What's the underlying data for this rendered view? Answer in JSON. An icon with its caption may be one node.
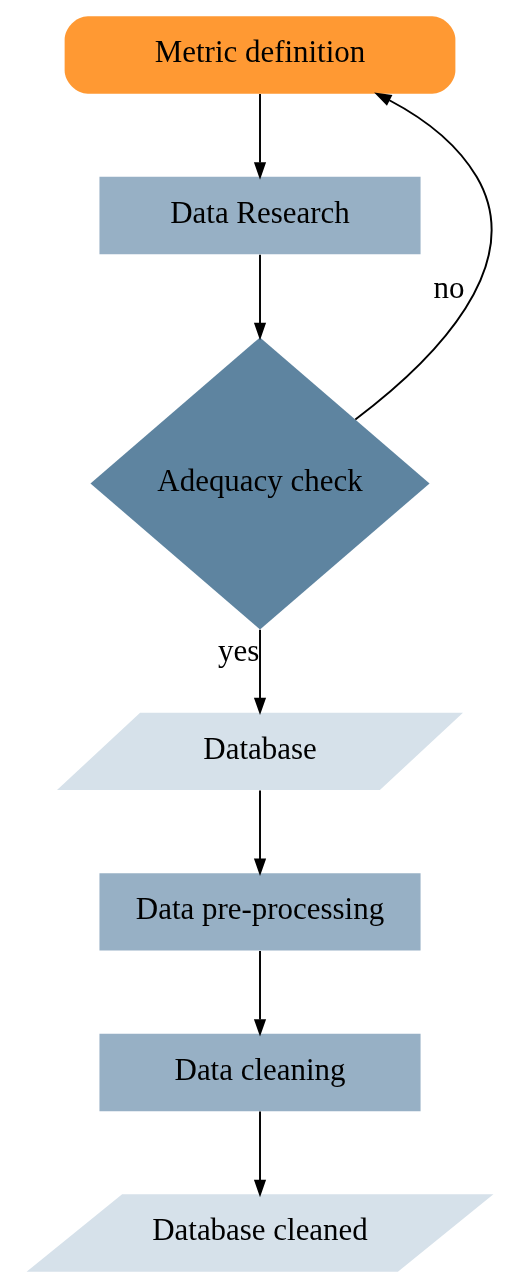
{
  "diagram": {
    "nodes": [
      {
        "text": [
          "Metric definition"
        ]
      },
      {
        "text": [
          "Data Research"
        ]
      },
      {
        "text": [
          "Adequacy check"
        ]
      },
      {
        "text": [
          "Database"
        ]
      },
      {
        "text": [
          "Data pre-processing"
        ]
      },
      {
        "text": [
          "Data cleaning"
        ]
      },
      {
        "text": [
          "Database cleaned"
        ]
      }
    ],
    "edges": [
      {
        "from": 0,
        "to": 1,
        "arrow": "to"
      },
      {
        "from": 1,
        "to": 2,
        "arrow": "to"
      },
      {
        "from": 2,
        "to": 0,
        "arrow": "to",
        "label": "no"
      },
      {
        "from": 2,
        "to": 3,
        "arrow": "to",
        "label": "yes"
      },
      {
        "from": 3,
        "to": 4,
        "arrow": "to"
      },
      {
        "from": 4,
        "to": 5,
        "arrow": "to"
      },
      {
        "from": 5,
        "to": 6,
        "arrow": "to"
      }
    ]
  }
}
